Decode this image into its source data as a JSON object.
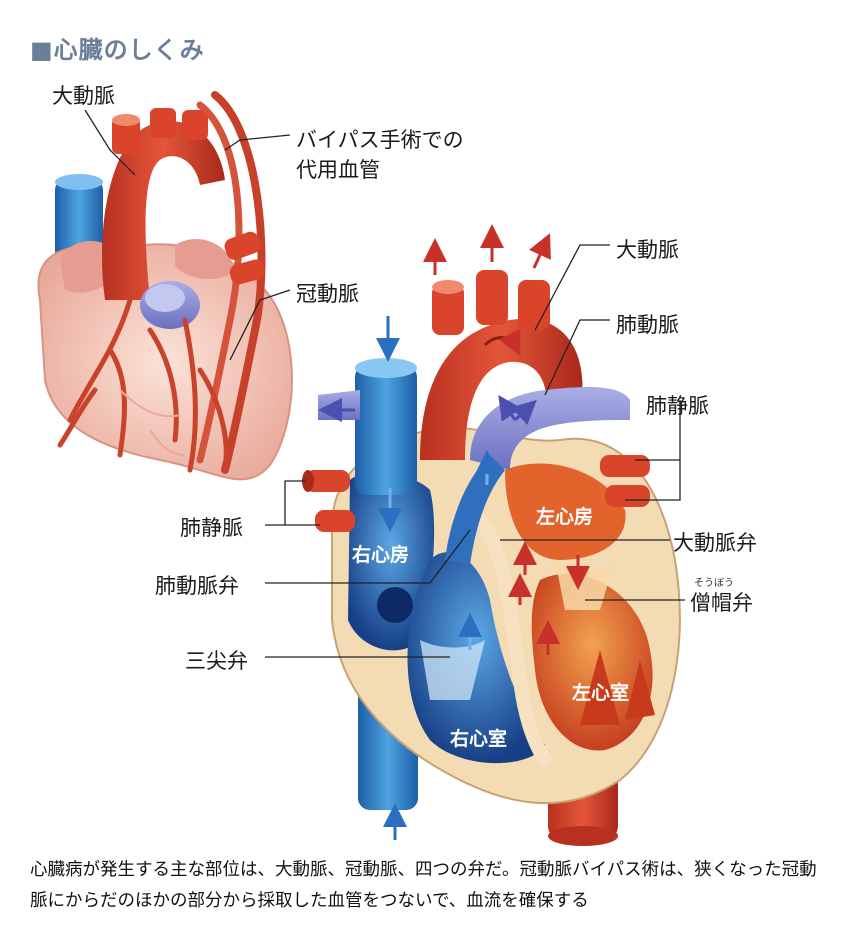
{
  "title": "■心臓のしくみ",
  "labels": {
    "aorta_small": "大動脈",
    "bypass_line1": "バイパス手術での",
    "bypass_line2": "代用血管",
    "coronary": "冠動脈",
    "aorta": "大動脈",
    "pulmonary_artery": "肺動脈",
    "pulmonary_vein_right": "肺静脈",
    "pulmonary_vein_left": "肺静脈",
    "right_atrium": "右心房",
    "left_atrium": "左心房",
    "aortic_valve": "大動脈弁",
    "mitral_valve": "僧帽弁",
    "mitral_valve_ruby": "そうぼう",
    "pulmonary_valve": "肺動脈弁",
    "tricuspid_valve": "三尖弁",
    "left_ventricle": "左心室",
    "right_ventricle": "右心室"
  },
  "caption": "心臓病が発生する主な部位は、大動脈、冠動脈、四つの弁だ。冠動脈バイパス術は、狭くなった冠動脈にからだのほかの部分から採取した血管をつないで、血流を確保する",
  "colors": {
    "artery_red": "#d9442b",
    "vein_blue": "#3a86c8",
    "pulmonary_purple": "#8a8fd0",
    "muscle_beige": "#f3dcb4",
    "heart_pink": "#f2c6b6"
  }
}
